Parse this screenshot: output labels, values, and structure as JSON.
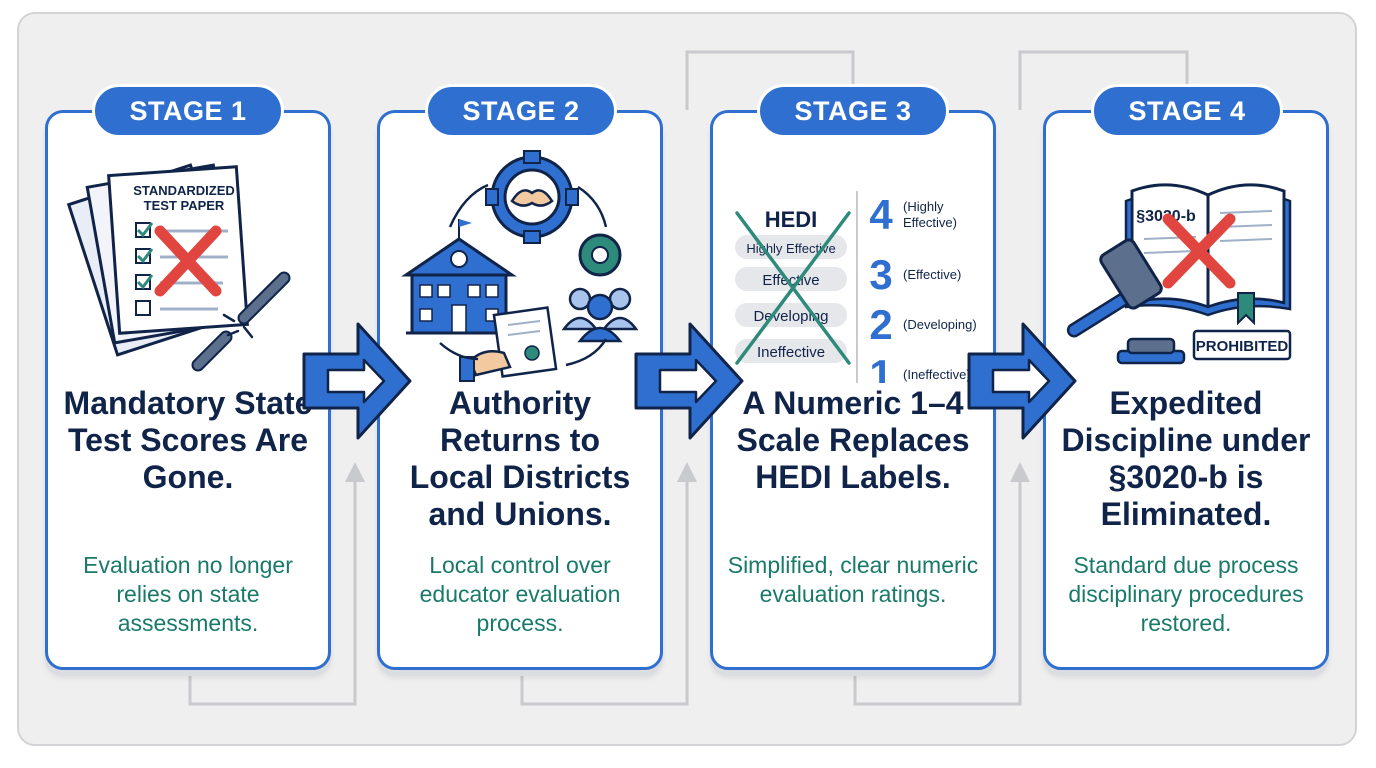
{
  "stages": [
    {
      "badge": "STAGE 1",
      "title": "Mandatory State Test Scores Are Gone.",
      "description": "Evaluation no longer relies on state assessments.",
      "illustration": {
        "paper_title_line1": "STANDARDIZED",
        "paper_title_line2": "TEST PAPER",
        "icons": [
          "test-paper-icon",
          "red-x-icon",
          "broken-chain-icon"
        ]
      }
    },
    {
      "badge": "STAGE 2",
      "title": "Authority Returns to Local Districts and Unions.",
      "description": "Local control over educator evaluation process.",
      "illustration": {
        "icons": [
          "gear-handshake-icon",
          "school-building-icon",
          "gear-icon",
          "people-group-icon",
          "certificate-hand-icon",
          "cycle-arrows-icon"
        ]
      }
    },
    {
      "badge": "STAGE 3",
      "title": "A Numeric 1–4 Scale Replaces HEDI Labels.",
      "description": "Simplified, clear numeric evaluation ratings.",
      "illustration": {
        "old_heading": "HEDI",
        "old_labels": [
          "Highly Effective",
          "Effective",
          "Developing",
          "Ineffective"
        ],
        "new_scale": [
          {
            "number": "4",
            "label_line1": "(Highly",
            "label_line2": "Effective)"
          },
          {
            "number": "3",
            "label_line1": "(Effective)",
            "label_line2": ""
          },
          {
            "number": "2",
            "label_line1": "(Developing)",
            "label_line2": ""
          },
          {
            "number": "1",
            "label_line1": "(Ineffective)",
            "label_line2": ""
          }
        ]
      }
    },
    {
      "badge": "STAGE 4",
      "title": "Expedited Discipline under §3020-b is Eliminated.",
      "description": "Standard due process disciplinary procedures restored.",
      "illustration": {
        "book_text": "§3020-b",
        "stamp_text": "PROHIBITED",
        "icons": [
          "law-book-icon",
          "gavel-icon",
          "red-x-icon"
        ]
      }
    }
  ],
  "colors": {
    "accent_blue": "#2f6fd0",
    "title_navy": "#10244a",
    "description_teal": "#1a7a6a",
    "cross_red": "#e0463f",
    "cross_teal": "#2e8a7a",
    "frame_gray": "#efeff0"
  }
}
